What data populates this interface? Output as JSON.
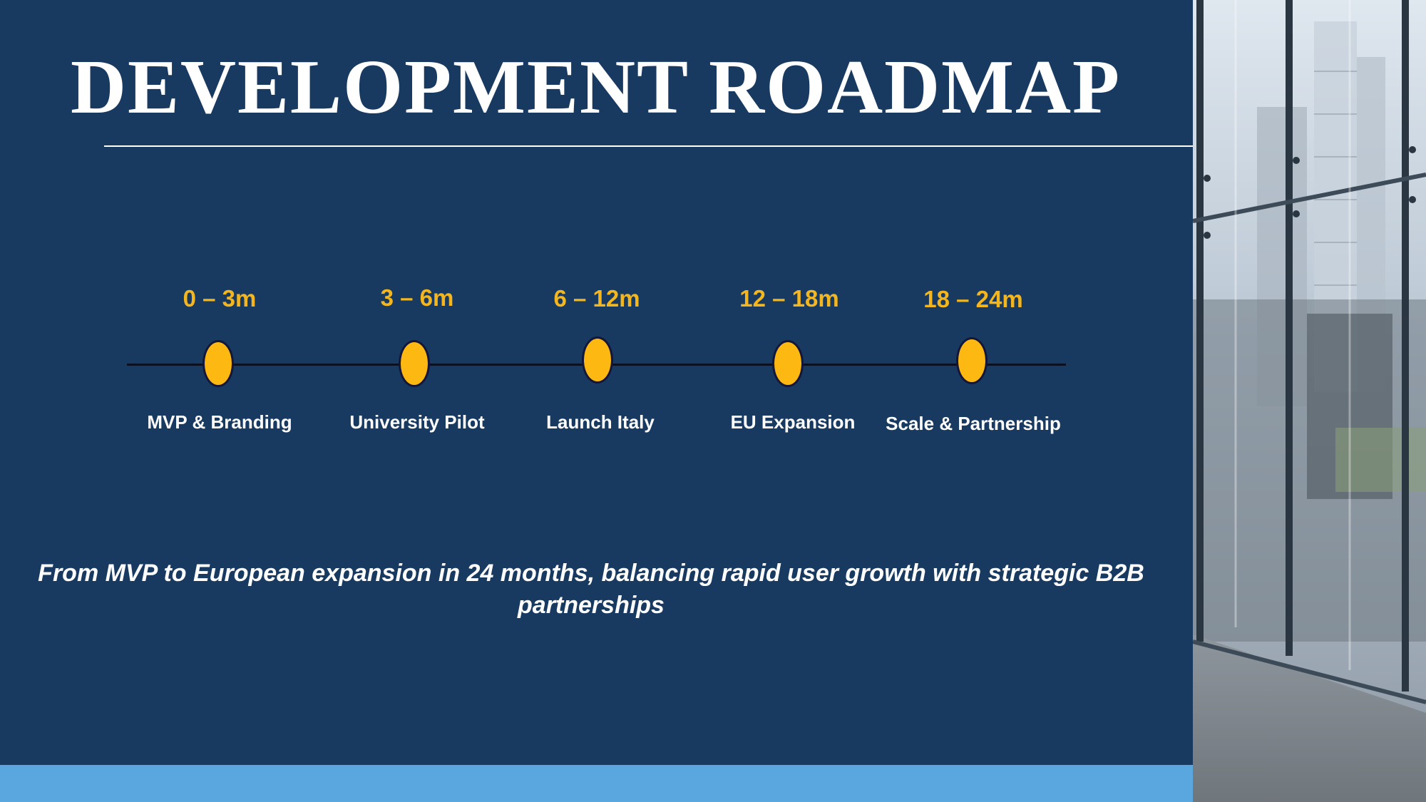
{
  "title": "DEVELOPMENT ROADMAP",
  "milestones": [
    {
      "period": "0 – 3m",
      "phase": "MVP & Branding"
    },
    {
      "period": "3 – 6m",
      "phase": "University Pilot"
    },
    {
      "period": "6 – 12m",
      "phase": "Launch Italy"
    },
    {
      "period": "12 – 18m",
      "phase": "EU Expansion"
    },
    {
      "period": "18 – 24m",
      "phase": "Scale & Partnership"
    }
  ],
  "tagline": "From MVP to European expansion in 24 months, balancing rapid user growth with strategic B2B partnerships",
  "colors": {
    "background": "#183a61",
    "accent": "#fdb912",
    "period_text": "#f3b61f",
    "bottom_bar": "#5aa7e0"
  },
  "photo": "glass-building-photo"
}
